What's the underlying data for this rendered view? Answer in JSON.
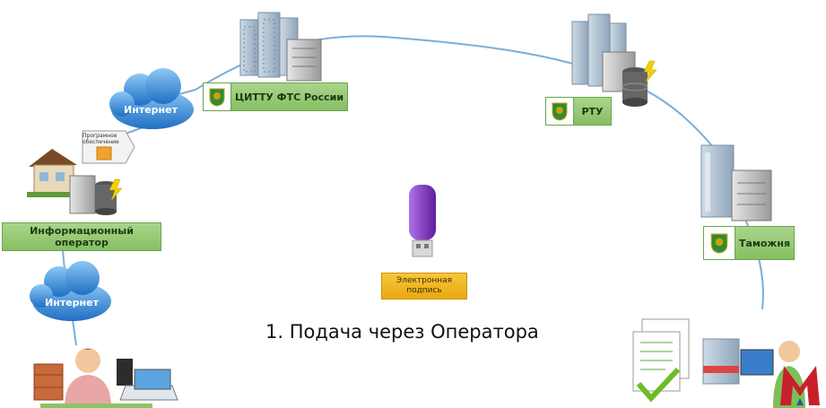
{
  "labels": {
    "ftc": "ЦИТТУ ФТС России",
    "rtu": "РТУ",
    "customs": "Таможня",
    "operator": "Информационный оператор",
    "internet_top": "Интернет",
    "internet_bottom": "Интернет",
    "software": "Програмное обеспечение",
    "esign": "Электронная подпись",
    "caption": "1. Подача через Оператора"
  },
  "colors": {
    "label_green": "#95c873",
    "cloud_blue": "#3a8fd8",
    "esign_yellow": "#f2b824",
    "token_purple": "#8a35c8",
    "connector": "#7aaed8"
  },
  "icons": [
    "building-icon",
    "server-icon",
    "cloud-icon",
    "house-icon",
    "emblem-icon",
    "usb-token-icon",
    "person-icon",
    "documents-icon",
    "brand-logo-icon"
  ]
}
